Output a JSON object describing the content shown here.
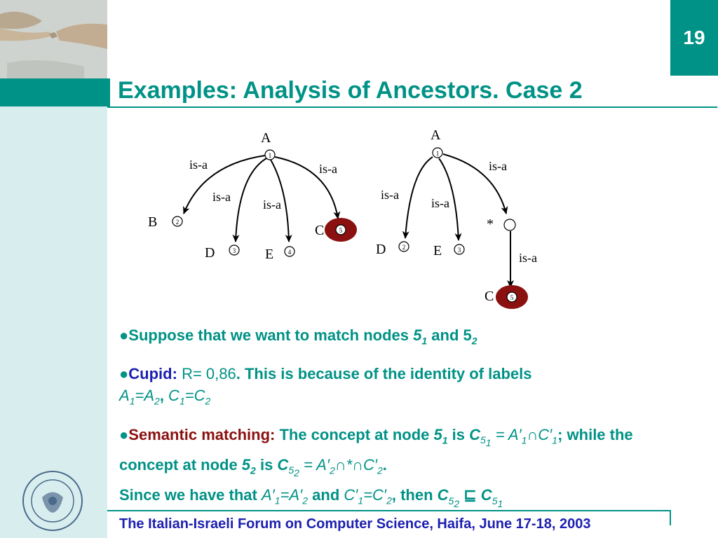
{
  "slide": {
    "page_number": "19",
    "title": "Examples: Analysis of Ancestors. Case 2",
    "footer": "The Italian-Israeli Forum on Computer Science, Haifa, June 17-18, 2003"
  },
  "diagram": {
    "edge_label": "is-a",
    "tree1": {
      "labels": {
        "A": "A",
        "B": "B",
        "C": "C",
        "D": "D",
        "E": "E"
      },
      "numbers": {
        "n1": "1",
        "n2": "2",
        "n3": "3",
        "n4": "4",
        "n5": "5"
      }
    },
    "tree2": {
      "labels": {
        "A": "A",
        "star": "*",
        "C": "C",
        "D": "D",
        "E": "E"
      },
      "numbers": {
        "n1": "1",
        "n2": "2",
        "n3": "3",
        "n5": "5"
      }
    },
    "colors": {
      "highlight_node": "#8b1010"
    }
  },
  "bullets": {
    "b1": {
      "text": "Suppose that we want to match nodes ",
      "n": "5",
      "s1": "1",
      "and": " and 5",
      "s2": "2"
    },
    "b2": {
      "keyword": "Cupid:",
      "r": " R= 0,86",
      "rest": ". This is because of the identity of labels"
    },
    "b3": {
      "keyword": "Semantic matching:",
      "rest": " The concept at node "
    }
  }
}
